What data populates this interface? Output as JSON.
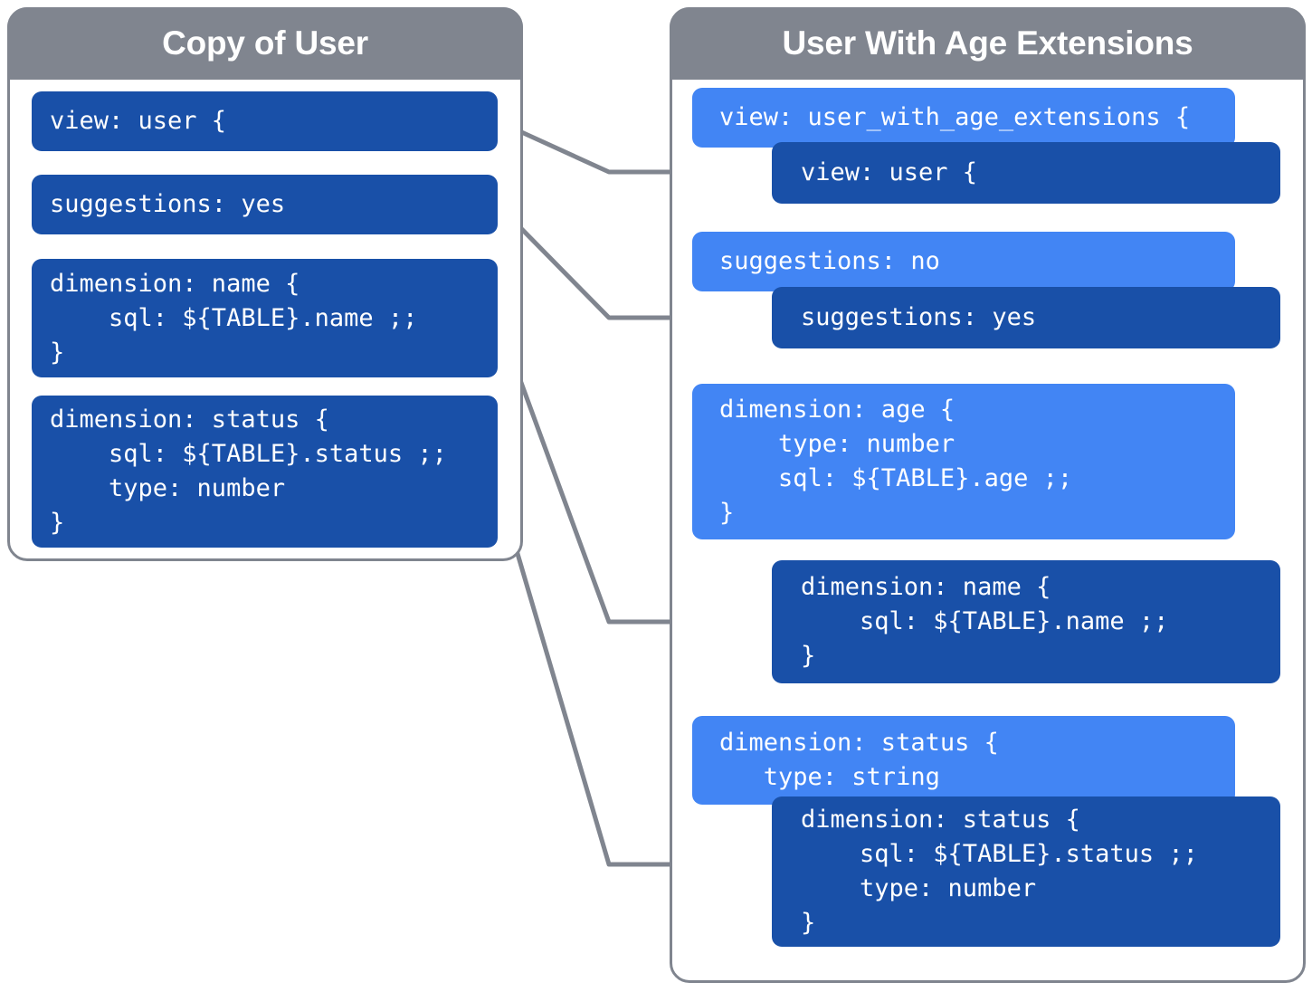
{
  "diagram": {
    "title_left": "Copy of User",
    "title_right": "User With Age Extensions",
    "colors": {
      "header_gray": "#80858F",
      "dark_blue": "#1950A8",
      "light_blue": "#4285F4",
      "connector_gray": "#80858F",
      "background": "#FFFFFF"
    }
  },
  "left_panel": {
    "title": "Copy of User",
    "blocks": [
      {
        "name": "view-block",
        "text": "view: user {"
      },
      {
        "name": "suggestions-block",
        "text": "suggestions: yes"
      },
      {
        "name": "dimension-name-block",
        "text": "dimension: name {\n    sql: ${TABLE}.name ;;\n}"
      },
      {
        "name": "dimension-status-block",
        "text": "dimension: status {\n    sql: ${TABLE}.status ;;\n    type: number\n}"
      }
    ]
  },
  "right_panel": {
    "title": "User With Age Extensions",
    "blocks": [
      {
        "name": "view-extension-block",
        "shade": "light",
        "text": "view: user_with_age_extensions {"
      },
      {
        "name": "view-inherited-block",
        "shade": "dark",
        "text": "view: user {"
      },
      {
        "name": "suggestions-extension-block",
        "shade": "light",
        "text": "suggestions: no"
      },
      {
        "name": "suggestions-inherited-block",
        "shade": "dark",
        "text": "suggestions: yes"
      },
      {
        "name": "dimension-age-block",
        "shade": "light",
        "text": "dimension: age {\n    type: number\n    sql: ${TABLE}.age ;;\n}"
      },
      {
        "name": "dimension-name-inherited-block",
        "shade": "dark",
        "text": "dimension: name {\n    sql: ${TABLE}.name ;;\n}"
      },
      {
        "name": "dimension-status-extension-block",
        "shade": "light",
        "text": "dimension: status {\n   type: string"
      },
      {
        "name": "dimension-status-inherited-block",
        "shade": "dark",
        "text": "dimension: status {\n    sql: ${TABLE}.status ;;\n    type: number\n}"
      }
    ]
  },
  "connectors": [
    {
      "name": "connector-view",
      "from": "view-block",
      "to": "view-inherited-block"
    },
    {
      "name": "connector-suggestions",
      "from": "suggestions-block",
      "to": "suggestions-inherited-block"
    },
    {
      "name": "connector-dimension-name",
      "from": "dimension-name-block",
      "to": "dimension-name-inherited-block"
    },
    {
      "name": "connector-dimension-status",
      "from": "dimension-status-block",
      "to": "dimension-status-inherited-block"
    }
  ]
}
